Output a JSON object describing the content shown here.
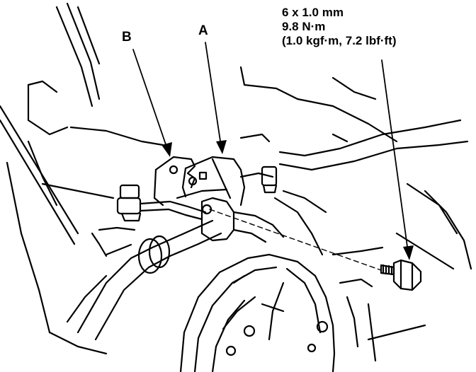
{
  "callouts": {
    "a": "A",
    "b": "B"
  },
  "torque_spec": {
    "bolt_size": "6 x 1.0 mm",
    "torque_nm": "9.8 N·m",
    "torque_alt": "(1.0 kgf·m, 7.2 lbf·ft)"
  },
  "colors": {
    "ink": "#000000",
    "paper": "#ffffff"
  }
}
